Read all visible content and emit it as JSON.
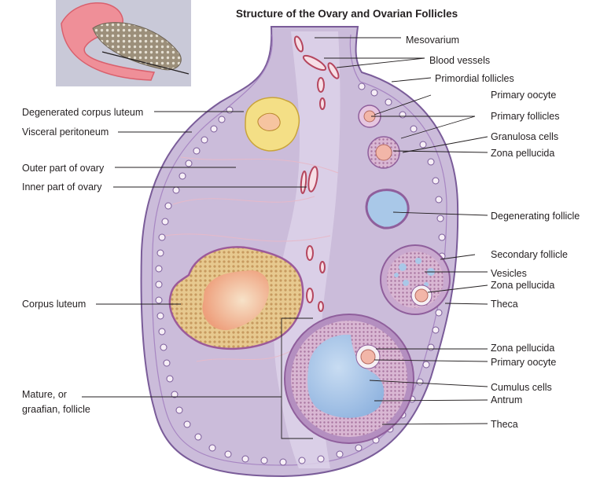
{
  "title": "Structure of the Ovary and Ovarian Follicles",
  "labels": {
    "mesovarium": "Mesovarium",
    "blood_vessels": "Blood vessels",
    "primordial_follicles": "Primordial follicles",
    "primary_oocyte": "Primary oocyte",
    "primary_follicles": "Primary follicles",
    "granulosa_cells": "Granulosa cells",
    "zona_pellucida": "Zona pellucida",
    "degenerating_follicle": "Degenerating follicle",
    "secondary_follicle": "Secondary follicle",
    "vesicles": "Vesicles",
    "zona_pellucida_2": "Zona pellucida",
    "theca": "Theca",
    "zona_pellucida_3": "Zona pellucida",
    "primary_oocyte_2": "Primary oocyte",
    "cumulus_cells": "Cumulus cells",
    "antrum": "Antrum",
    "theca_2": "Theca",
    "degenerated_corpus_luteum": "Degenerated corpus luteum",
    "visceral_peritoneum": "Visceral peritoneum",
    "outer_part": "Outer part of ovary",
    "inner_part": "Inner part of ovary",
    "corpus_luteum": "Corpus luteum",
    "mature_line1": "Mature, or",
    "mature_line2": "graafian, follicle"
  },
  "colors": {
    "cortex": "#cdbfdc",
    "medulla": "#ddd3e8",
    "capsule": "#8a6aa6",
    "follicle_ring": "#b58bbf",
    "antrum": "#a9c8e8",
    "oocyte": "#f2b6a8",
    "corpus_luteum": "#f4e08a",
    "corpus_luteum_core": "#f0b592",
    "inset_bg": "#c7c7d6",
    "uterine_tube": "#ef8d96"
  }
}
